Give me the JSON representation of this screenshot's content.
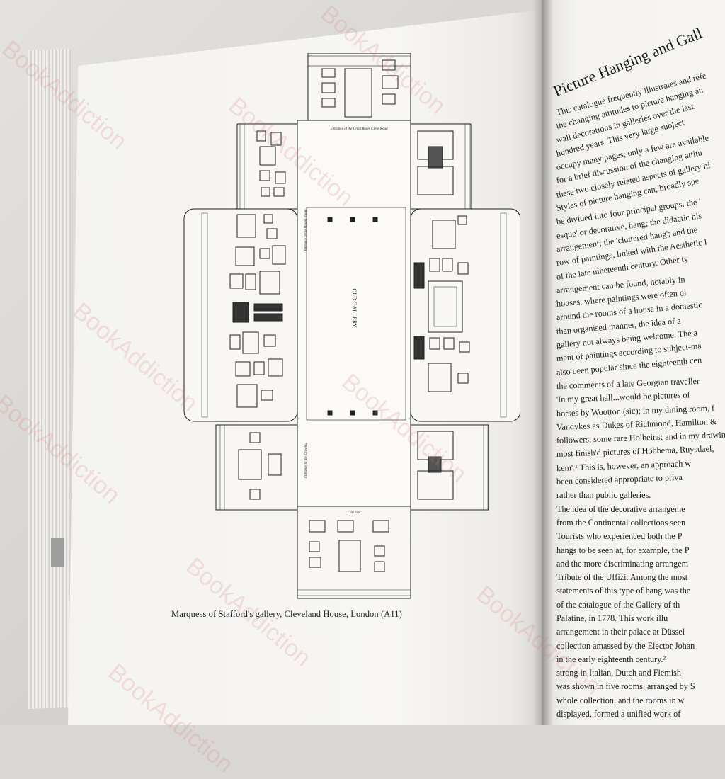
{
  "caption": "Marquess of Stafford's gallery, Cleveland House, London (A11)",
  "heading": "Picture Hanging and Gall",
  "plan_labels": {
    "gallery": "OLD GALLERY",
    "top_entrance": "Entrance of the Great Room Cleve Road",
    "left_middle": "Entrance to the Dining Room",
    "left_lower": "Entrance to the Drawing",
    "bottom": "Cast End"
  },
  "watermark": "BookAddiction",
  "body_lines": [
    "This catalogue frequently illustrates and refe",
    "the changing attitudes to picture hanging an",
    "wall decorations in galleries over the last",
    "hundred years. This very large subject",
    "occupy many pages; only a few are available",
    "for a brief discussion of the changing attitu",
    "these two closely related aspects of gallery hi",
    "Styles of picture hanging can, broadly spe",
    "be divided into four principal groups: the '",
    "esque' or decorative, hang; the didactic his",
    "arrangement; the 'cluttered hang'; and the",
    "row of paintings, linked with the Aesthetic I",
    "of the late nineteenth century. Other ty",
    "arrangement can be found, notably in",
    "houses, where paintings were often di",
    "around the rooms of a house in a domestic",
    "than organised manner, the idea of a",
    "gallery not always being welcome. The a",
    "ment of paintings according to subject-ma",
    "also been popular since the eighteenth cen",
    "the comments of a late Georgian traveller",
    "'In my great hall...would be pictures of",
    "horses by Wootton (sic); in my dining room, f",
    "Vandykes as Dukes of Richmond, Hamilton &",
    "followers, some rare Holbeins; and in my drawin",
    "most finish'd pictures of Hobbema, Ruysdael,",
    "kem'.¹ This is, however, an approach w",
    "been considered appropriate to priva",
    "rather than public galleries.",
    "The idea of the decorative arrangeme",
    "from the Continental collections seen",
    "Tourists who experienced both the P",
    "hangs to be seen at, for example, the P",
    "and the more discriminating arrangem",
    "Tribute of the Uffizi. Among the most",
    "statements of this type of hang was the",
    "of the catalogue of the Gallery of th",
    "Palatine, in 1778. This work illu",
    "arrangement in their palace at Düssel",
    "collection amassed by the Elector Johan",
    "in the early eighteenth century.²",
    "strong in Italian, Dutch and Flemish",
    "was shown in five rooms, arranged by S",
    "whole collection, and the rooms in w",
    "displayed, formed a unified work of"
  ]
}
